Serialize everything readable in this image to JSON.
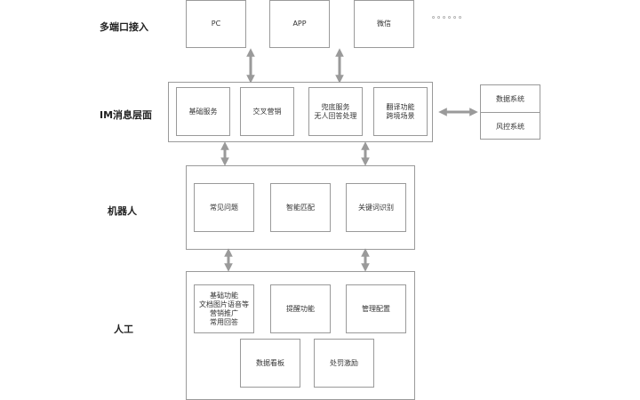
{
  "layers": {
    "access": {
      "label": "多端口接入",
      "items": [
        "PC",
        "APP",
        "微信"
      ],
      "more": "。。。。。。"
    },
    "im": {
      "label": "IM消息层面",
      "items": [
        "基础服务",
        "交叉营销",
        "兜底服务\n无人回答处理",
        "翻译功能\n跨境场景"
      ]
    },
    "robot": {
      "label": "机器人",
      "items": [
        "常见问题",
        "智能匹配",
        "关键词识别"
      ]
    },
    "human": {
      "label": "人工",
      "items": [
        "基础功能\n文档图片语音等\n营销推广\n常用回答",
        "提醒功能",
        "管理配置",
        "数据看板",
        "处罚激励"
      ]
    }
  },
  "external": [
    "数据系统",
    "风控系统"
  ],
  "colors": {
    "border": "#9a9a9a",
    "arrow": "#9a9a9a"
  }
}
